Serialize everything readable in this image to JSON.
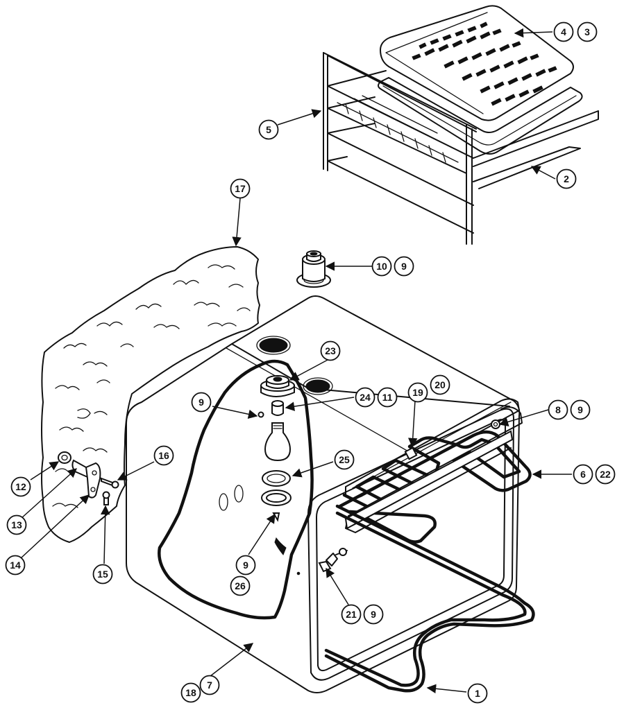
{
  "callouts": {
    "c1": "1",
    "c2": "2",
    "c3": "3",
    "c4": "4",
    "c5": "5",
    "c6": "6",
    "c7": "7",
    "c8": "8",
    "c9_rack": "9",
    "c9_8": "9",
    "c9_10": "9",
    "c9_21": "9",
    "c9_light_top": "9",
    "c9_light_bottom": "9",
    "c10": "10",
    "c11": "11",
    "c12": "12",
    "c13": "13",
    "c14": "14",
    "c15": "15",
    "c16": "16",
    "c17": "17",
    "c18": "18",
    "c19": "19",
    "c20": "20",
    "c21": "21",
    "c22": "22",
    "c23": "23",
    "c24": "24",
    "c25": "25",
    "c26": "26"
  }
}
